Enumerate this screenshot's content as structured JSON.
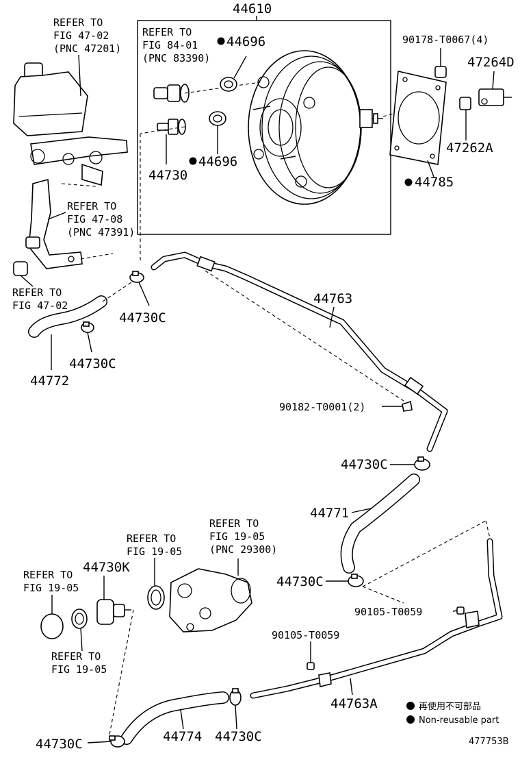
{
  "labels": {
    "booster": "44610",
    "master_cyl_ref": [
      "REFER TO",
      "FIG 47-02",
      "(PNC 47201)"
    ],
    "sensor_ref": [
      "REFER TO",
      "FIG 84-01",
      "(PNC 83390)"
    ],
    "grommet_top": "44696",
    "grommet_bottom": "44696",
    "check_valve": "44730",
    "nut": "90178-T0067(4)",
    "clevis": "47264D",
    "pin": "47262A",
    "gasket": "44785",
    "bracket_ref": [
      "REFER TO",
      "FIG 47-08",
      "(PNC 47391)"
    ],
    "reservoir_ref": [
      "REFER TO",
      "FIG 47-02"
    ],
    "clamp_c1": "44730C",
    "clamp_c2": "44730C",
    "hose_44772": "44772",
    "tube_44763": "44763",
    "clip": "90182-T0001(2)",
    "clamp_c3": "44730C",
    "hose_44771": "44771",
    "clamp_c4": "44730C",
    "bolt_1": "90105-T0059",
    "bolt_2": "90105-T0059",
    "tube_44763a": "44763A",
    "pump_ref": [
      "REFER TO",
      "FIG 19-05",
      "(PNC 29300)"
    ],
    "oring_ref": [
      "REFER TO",
      "FIG 19-05"
    ],
    "union": "44730K",
    "cap_ref": [
      "REFER TO",
      "FIG 19-05"
    ],
    "seal_ref": [
      "REFER TO",
      "FIG 19-05"
    ],
    "clamp_c5": "44730C",
    "hose_44774": "44774",
    "clamp_c6": "44730C"
  },
  "legend": {
    "jp": "再使用不可部品",
    "en": "Non-reusable part"
  },
  "diagram_id": "477753B"
}
